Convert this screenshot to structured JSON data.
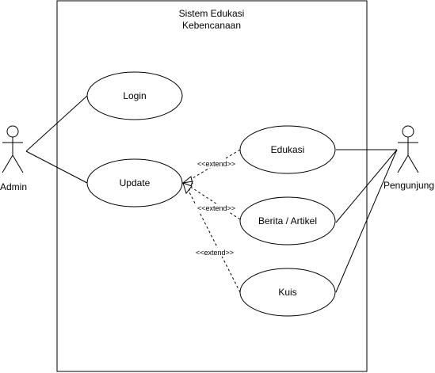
{
  "system": {
    "title_line1": "Sistem Edukasi",
    "title_line2": "Kebencanaan"
  },
  "actors": {
    "admin": "Admin",
    "pengunjung": "Pengunjung"
  },
  "use_cases": {
    "login": "Login",
    "update": "Update",
    "edukasi": "Edukasi",
    "berita": "Berita / Artikel",
    "kuis": "Kuis"
  },
  "relations": {
    "extend_label": "<<extend>>"
  },
  "colors": {
    "stroke": "#000000",
    "fill": "#ffffff"
  }
}
